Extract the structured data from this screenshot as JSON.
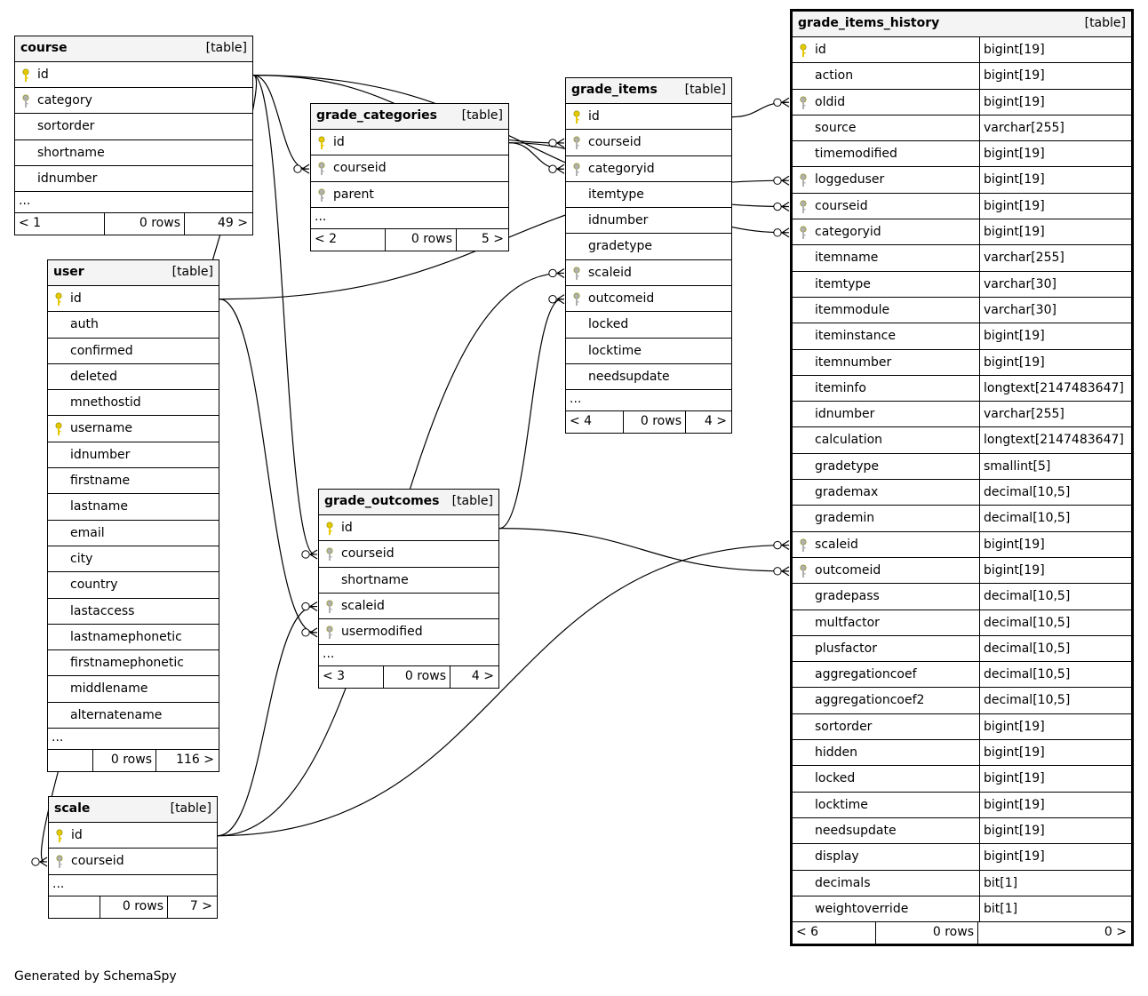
{
  "generated_by": "Generated by SchemaSpy",
  "tables": [
    {
      "name": "course",
      "type": "[table]",
      "focus": false,
      "columns": [
        {
          "name": "id",
          "key": "pk"
        },
        {
          "name": "category",
          "key": "fk"
        },
        {
          "name": "sortorder",
          "key": ""
        },
        {
          "name": "shortname",
          "key": ""
        },
        {
          "name": "idnumber",
          "key": ""
        }
      ],
      "more": "...",
      "footer": [
        "< 1",
        "0 rows",
        "49 >"
      ]
    },
    {
      "name": "grade_categories",
      "type": "[table]",
      "focus": false,
      "columns": [
        {
          "name": "id",
          "key": "pk"
        },
        {
          "name": "courseid",
          "key": "fk"
        },
        {
          "name": "parent",
          "key": "fk"
        }
      ],
      "more": "...",
      "footer": [
        "< 2",
        "0 rows",
        "5 >"
      ]
    },
    {
      "name": "grade_items",
      "type": "[table]",
      "focus": false,
      "columns": [
        {
          "name": "id",
          "key": "pk"
        },
        {
          "name": "courseid",
          "key": "fk"
        },
        {
          "name": "categoryid",
          "key": "fk"
        },
        {
          "name": "itemtype",
          "key": ""
        },
        {
          "name": "idnumber",
          "key": ""
        },
        {
          "name": "gradetype",
          "key": ""
        },
        {
          "name": "scaleid",
          "key": "fk"
        },
        {
          "name": "outcomeid",
          "key": "fk"
        },
        {
          "name": "locked",
          "key": ""
        },
        {
          "name": "locktime",
          "key": ""
        },
        {
          "name": "needsupdate",
          "key": ""
        }
      ],
      "more": "...",
      "footer": [
        "< 4",
        "0 rows",
        "4 >"
      ]
    },
    {
      "name": "user",
      "type": "[table]",
      "focus": false,
      "columns": [
        {
          "name": "id",
          "key": "pk"
        },
        {
          "name": "auth",
          "key": ""
        },
        {
          "name": "confirmed",
          "key": ""
        },
        {
          "name": "deleted",
          "key": ""
        },
        {
          "name": "mnethostid",
          "key": ""
        },
        {
          "name": "username",
          "key": "pk"
        },
        {
          "name": "idnumber",
          "key": ""
        },
        {
          "name": "firstname",
          "key": ""
        },
        {
          "name": "lastname",
          "key": ""
        },
        {
          "name": "email",
          "key": ""
        },
        {
          "name": "city",
          "key": ""
        },
        {
          "name": "country",
          "key": ""
        },
        {
          "name": "lastaccess",
          "key": ""
        },
        {
          "name": "lastnamephonetic",
          "key": ""
        },
        {
          "name": "firstnamephonetic",
          "key": ""
        },
        {
          "name": "middlename",
          "key": ""
        },
        {
          "name": "alternatename",
          "key": ""
        }
      ],
      "more": "...",
      "footer": [
        "",
        "0 rows",
        "116 >"
      ]
    },
    {
      "name": "grade_outcomes",
      "type": "[table]",
      "focus": false,
      "columns": [
        {
          "name": "id",
          "key": "pk"
        },
        {
          "name": "courseid",
          "key": "fk"
        },
        {
          "name": "shortname",
          "key": ""
        },
        {
          "name": "scaleid",
          "key": "fk"
        },
        {
          "name": "usermodified",
          "key": "fk"
        }
      ],
      "more": "...",
      "footer": [
        "< 3",
        "0 rows",
        "4 >"
      ]
    },
    {
      "name": "scale",
      "type": "[table]",
      "focus": false,
      "columns": [
        {
          "name": "id",
          "key": "pk"
        },
        {
          "name": "courseid",
          "key": "fk"
        }
      ],
      "more": "...",
      "footer": [
        "",
        "0 rows",
        "7 >"
      ]
    },
    {
      "name": "grade_items_history",
      "type": "[table]",
      "focus": true,
      "columns": [
        {
          "name": "id",
          "key": "pk",
          "dtype": "bigint[19]"
        },
        {
          "name": "action",
          "key": "",
          "dtype": "bigint[19]"
        },
        {
          "name": "oldid",
          "key": "fk",
          "dtype": "bigint[19]"
        },
        {
          "name": "source",
          "key": "",
          "dtype": "varchar[255]"
        },
        {
          "name": "timemodified",
          "key": "",
          "dtype": "bigint[19]"
        },
        {
          "name": "loggeduser",
          "key": "fk",
          "dtype": "bigint[19]"
        },
        {
          "name": "courseid",
          "key": "fk",
          "dtype": "bigint[19]"
        },
        {
          "name": "categoryid",
          "key": "fk",
          "dtype": "bigint[19]"
        },
        {
          "name": "itemname",
          "key": "",
          "dtype": "varchar[255]"
        },
        {
          "name": "itemtype",
          "key": "",
          "dtype": "varchar[30]"
        },
        {
          "name": "itemmodule",
          "key": "",
          "dtype": "varchar[30]"
        },
        {
          "name": "iteminstance",
          "key": "",
          "dtype": "bigint[19]"
        },
        {
          "name": "itemnumber",
          "key": "",
          "dtype": "bigint[19]"
        },
        {
          "name": "iteminfo",
          "key": "",
          "dtype": "longtext[2147483647]"
        },
        {
          "name": "idnumber",
          "key": "",
          "dtype": "varchar[255]"
        },
        {
          "name": "calculation",
          "key": "",
          "dtype": "longtext[2147483647]"
        },
        {
          "name": "gradetype",
          "key": "",
          "dtype": "smallint[5]"
        },
        {
          "name": "grademax",
          "key": "",
          "dtype": "decimal[10,5]"
        },
        {
          "name": "grademin",
          "key": "",
          "dtype": "decimal[10,5]"
        },
        {
          "name": "scaleid",
          "key": "fk",
          "dtype": "bigint[19]"
        },
        {
          "name": "outcomeid",
          "key": "fk",
          "dtype": "bigint[19]"
        },
        {
          "name": "gradepass",
          "key": "",
          "dtype": "decimal[10,5]"
        },
        {
          "name": "multfactor",
          "key": "",
          "dtype": "decimal[10,5]"
        },
        {
          "name": "plusfactor",
          "key": "",
          "dtype": "decimal[10,5]"
        },
        {
          "name": "aggregationcoef",
          "key": "",
          "dtype": "decimal[10,5]"
        },
        {
          "name": "aggregationcoef2",
          "key": "",
          "dtype": "decimal[10,5]"
        },
        {
          "name": "sortorder",
          "key": "",
          "dtype": "bigint[19]"
        },
        {
          "name": "hidden",
          "key": "",
          "dtype": "bigint[19]"
        },
        {
          "name": "locked",
          "key": "",
          "dtype": "bigint[19]"
        },
        {
          "name": "locktime",
          "key": "",
          "dtype": "bigint[19]"
        },
        {
          "name": "needsupdate",
          "key": "",
          "dtype": "bigint[19]"
        },
        {
          "name": "display",
          "key": "",
          "dtype": "bigint[19]"
        },
        {
          "name": "decimals",
          "key": "",
          "dtype": "bit[1]"
        },
        {
          "name": "weightoverride",
          "key": "",
          "dtype": "bit[1]"
        }
      ],
      "more": "",
      "footer": [
        "< 6",
        "0 rows",
        "0 >"
      ]
    }
  ],
  "relationships": [
    {
      "from": "course.id",
      "to": "grade_categories.courseid"
    },
    {
      "from": "course.id",
      "to": "grade_items.courseid"
    },
    {
      "from": "course.id",
      "to": "grade_items_history.courseid"
    },
    {
      "from": "course.id",
      "to": "grade_outcomes.courseid"
    },
    {
      "from": "course.id",
      "to": "scale.courseid"
    },
    {
      "from": "grade_categories.id",
      "to": "grade_items.categoryid"
    },
    {
      "from": "grade_categories.id",
      "to": "grade_items_history.categoryid"
    },
    {
      "from": "grade_items.id",
      "to": "grade_items_history.oldid"
    },
    {
      "from": "user.id",
      "to": "grade_items_history.loggeduser"
    },
    {
      "from": "user.id",
      "to": "grade_outcomes.usermodified"
    },
    {
      "from": "grade_outcomes.id",
      "to": "grade_items.outcomeid"
    },
    {
      "from": "grade_outcomes.id",
      "to": "grade_items_history.outcomeid"
    },
    {
      "from": "scale.id",
      "to": "grade_outcomes.scaleid"
    },
    {
      "from": "scale.id",
      "to": "grade_items.scaleid"
    },
    {
      "from": "scale.id",
      "to": "grade_items_history.scaleid"
    }
  ],
  "colors": {
    "primary_key": "#e5c800",
    "foreign_key": "#b0b0b0",
    "header_bg": "#f4f4f4"
  },
  "icons": {
    "primary_key": "key-icon",
    "foreign_key": "key-icon"
  }
}
